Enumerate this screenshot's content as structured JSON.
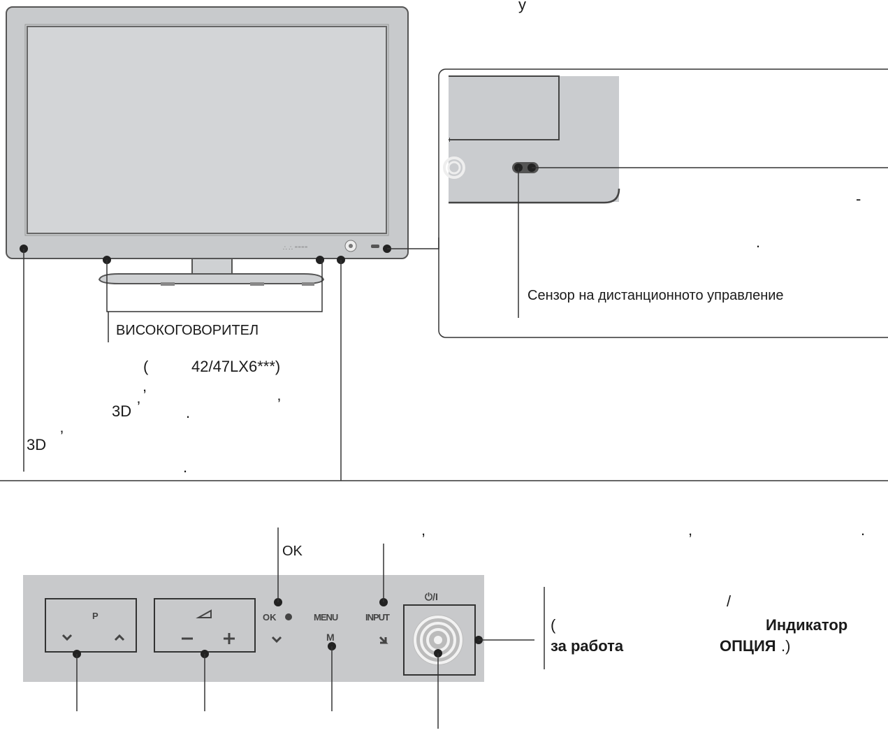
{
  "tv_diagram": {
    "top_mark": "y",
    "sensor_label": "Сензор на дистанционното управление",
    "inset_dash": "-",
    "inset_dot": ".",
    "speaker_label": "ВИСОКОГОВОРИТЕЛ",
    "speaker_paren_open": "(",
    "speaker_model": "42/47LX6***)",
    "speaker_comma": ",",
    "speaker_3d": "3D",
    "speaker_apostrophe": "’",
    "speaker_dot": ".",
    "speaker_comma2": "’",
    "left_3d": "3D",
    "left_apostrophe": "’",
    "left_dot": "."
  },
  "control_panel": {
    "comma1": ",",
    "comma2": ",",
    "dot": ".",
    "ok_label": "OK",
    "btn_p": "P",
    "btn_ok": "OK",
    "btn_menu": "MENU",
    "btn_menu_sub": "M",
    "btn_input": "INPUT",
    "power_top": "⏻/I",
    "right_slash": "/",
    "right_paren": "(",
    "indicator_a": "Индикатор",
    "indicator_b": "за работа",
    "option": "ОПЦИЯ",
    "option_tail": ".)"
  },
  "colors": {
    "frame": "#c9cbcd",
    "screen": "#d2d4d6",
    "panel": "#c8c9cb",
    "dark": "#333333"
  }
}
